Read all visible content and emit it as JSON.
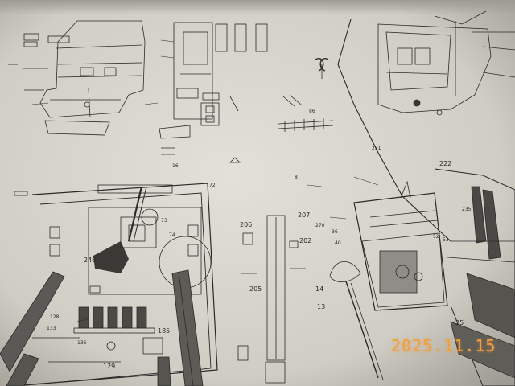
{
  "photo": {
    "subject": "model-ship-construction-plan-sheet",
    "paper_color": "#d8d6cd",
    "ink_color": "#2b2a28",
    "date_stamp": "2025.11.15",
    "date_stamp_color": "#f0a040"
  },
  "part_numbers": {
    "n246": "246",
    "n185": "185",
    "n129": "129",
    "n206": "206",
    "n205": "205",
    "n207": "207",
    "n202": "202",
    "n14": "14",
    "n13": "13",
    "n25": "25",
    "n222": "222",
    "n72": "72",
    "n73": "73",
    "n74": "74",
    "n128": "128",
    "n133": "133",
    "n136": "136",
    "n36": "36",
    "n40": "40",
    "n52": "52",
    "n53": "53",
    "n86": "86",
    "n235": "235",
    "n270": "270",
    "n251": "251",
    "n16": "16",
    "n8": "8"
  }
}
